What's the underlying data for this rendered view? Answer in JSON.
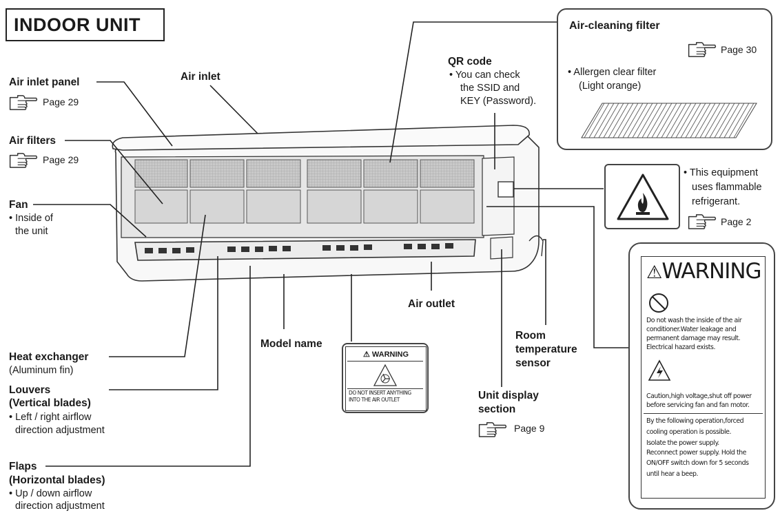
{
  "title": "INDOOR UNIT",
  "labels": {
    "air_inlet_panel": "Air inlet panel",
    "air_inlet_panel_page": "Page 29",
    "air_inlet": "Air inlet",
    "air_filters": "Air filters",
    "air_filters_page": "Page 29",
    "fan": "Fan",
    "fan_note_1": "• Inside of",
    "fan_note_2": "the unit",
    "heat_exchanger": "Heat exchanger",
    "heat_exchanger_note": "(Aluminum fin)",
    "louvers": "Louvers",
    "louvers_sub": "(Vertical blades)",
    "louvers_note_1": "• Left / right airflow",
    "louvers_note_2": "direction adjustment",
    "flaps": "Flaps",
    "flaps_sub": "(Horizontal blades)",
    "flaps_note_1": "• Up / down airflow",
    "flaps_note_2": "direction adjustment",
    "model_name": "Model name",
    "air_outlet": "Air outlet",
    "qr_code": "QR code",
    "qr_note_1": "•  You can check",
    "qr_note_2": "the SSID and",
    "qr_note_3": "KEY (Password).",
    "room_temp_1": "Room",
    "room_temp_2": "temperature",
    "room_temp_3": "sensor",
    "unit_display_1": "Unit display",
    "unit_display_2": "section",
    "unit_display_page": "Page 9"
  },
  "air_cleaning": {
    "title": "Air-cleaning filter",
    "page": "Page 30",
    "note_1": "•  Allergen clear filter",
    "note_2": "(Light orange)"
  },
  "flammable": {
    "note_1": "•  This equipment",
    "note_2": "uses flammable",
    "note_3": "refrigerant.",
    "page": "Page 2"
  },
  "model_label": {
    "heading": "WARNING",
    "line_1": "DO NOT INSERT ANYTHING",
    "line_2": "INTO THE AIR OUTLET"
  },
  "warning_label": {
    "heading": "WARNING",
    "text_1": "Do not wash the inside of the air",
    "text_2": "conditioner.Water leakage and",
    "text_3": "permanent damage may result.",
    "text_4": "Electrical hazard exists.",
    "text_5": "Caution,high voltage,shut off power",
    "text_6": "before servicing fan and fan motor.",
    "text_7": "By the following operation,forced",
    "text_8": "cooling operation is possible.",
    "text_9": "Isolate the power supply.",
    "text_10": "Reconnect power supply. Hold the",
    "text_11": "ON/OFF switch down for 5 seconds",
    "text_12": "until hear a beep."
  }
}
